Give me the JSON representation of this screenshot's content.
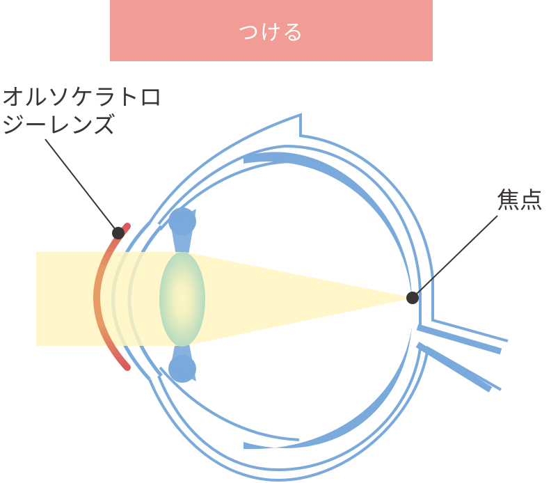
{
  "header": {
    "title": "つける"
  },
  "labels": {
    "lens_line1": "オルソケラトロ",
    "lens_line2": "ジーレンズ",
    "focus": "焦点"
  },
  "colors": {
    "header": "#f19d96",
    "eye": "#7aa9dc",
    "lens_contact": "#d85a5f",
    "beam": "#fff5bf",
    "crystalline_lens": "#b8dcc0",
    "marker": "#3a3535"
  }
}
